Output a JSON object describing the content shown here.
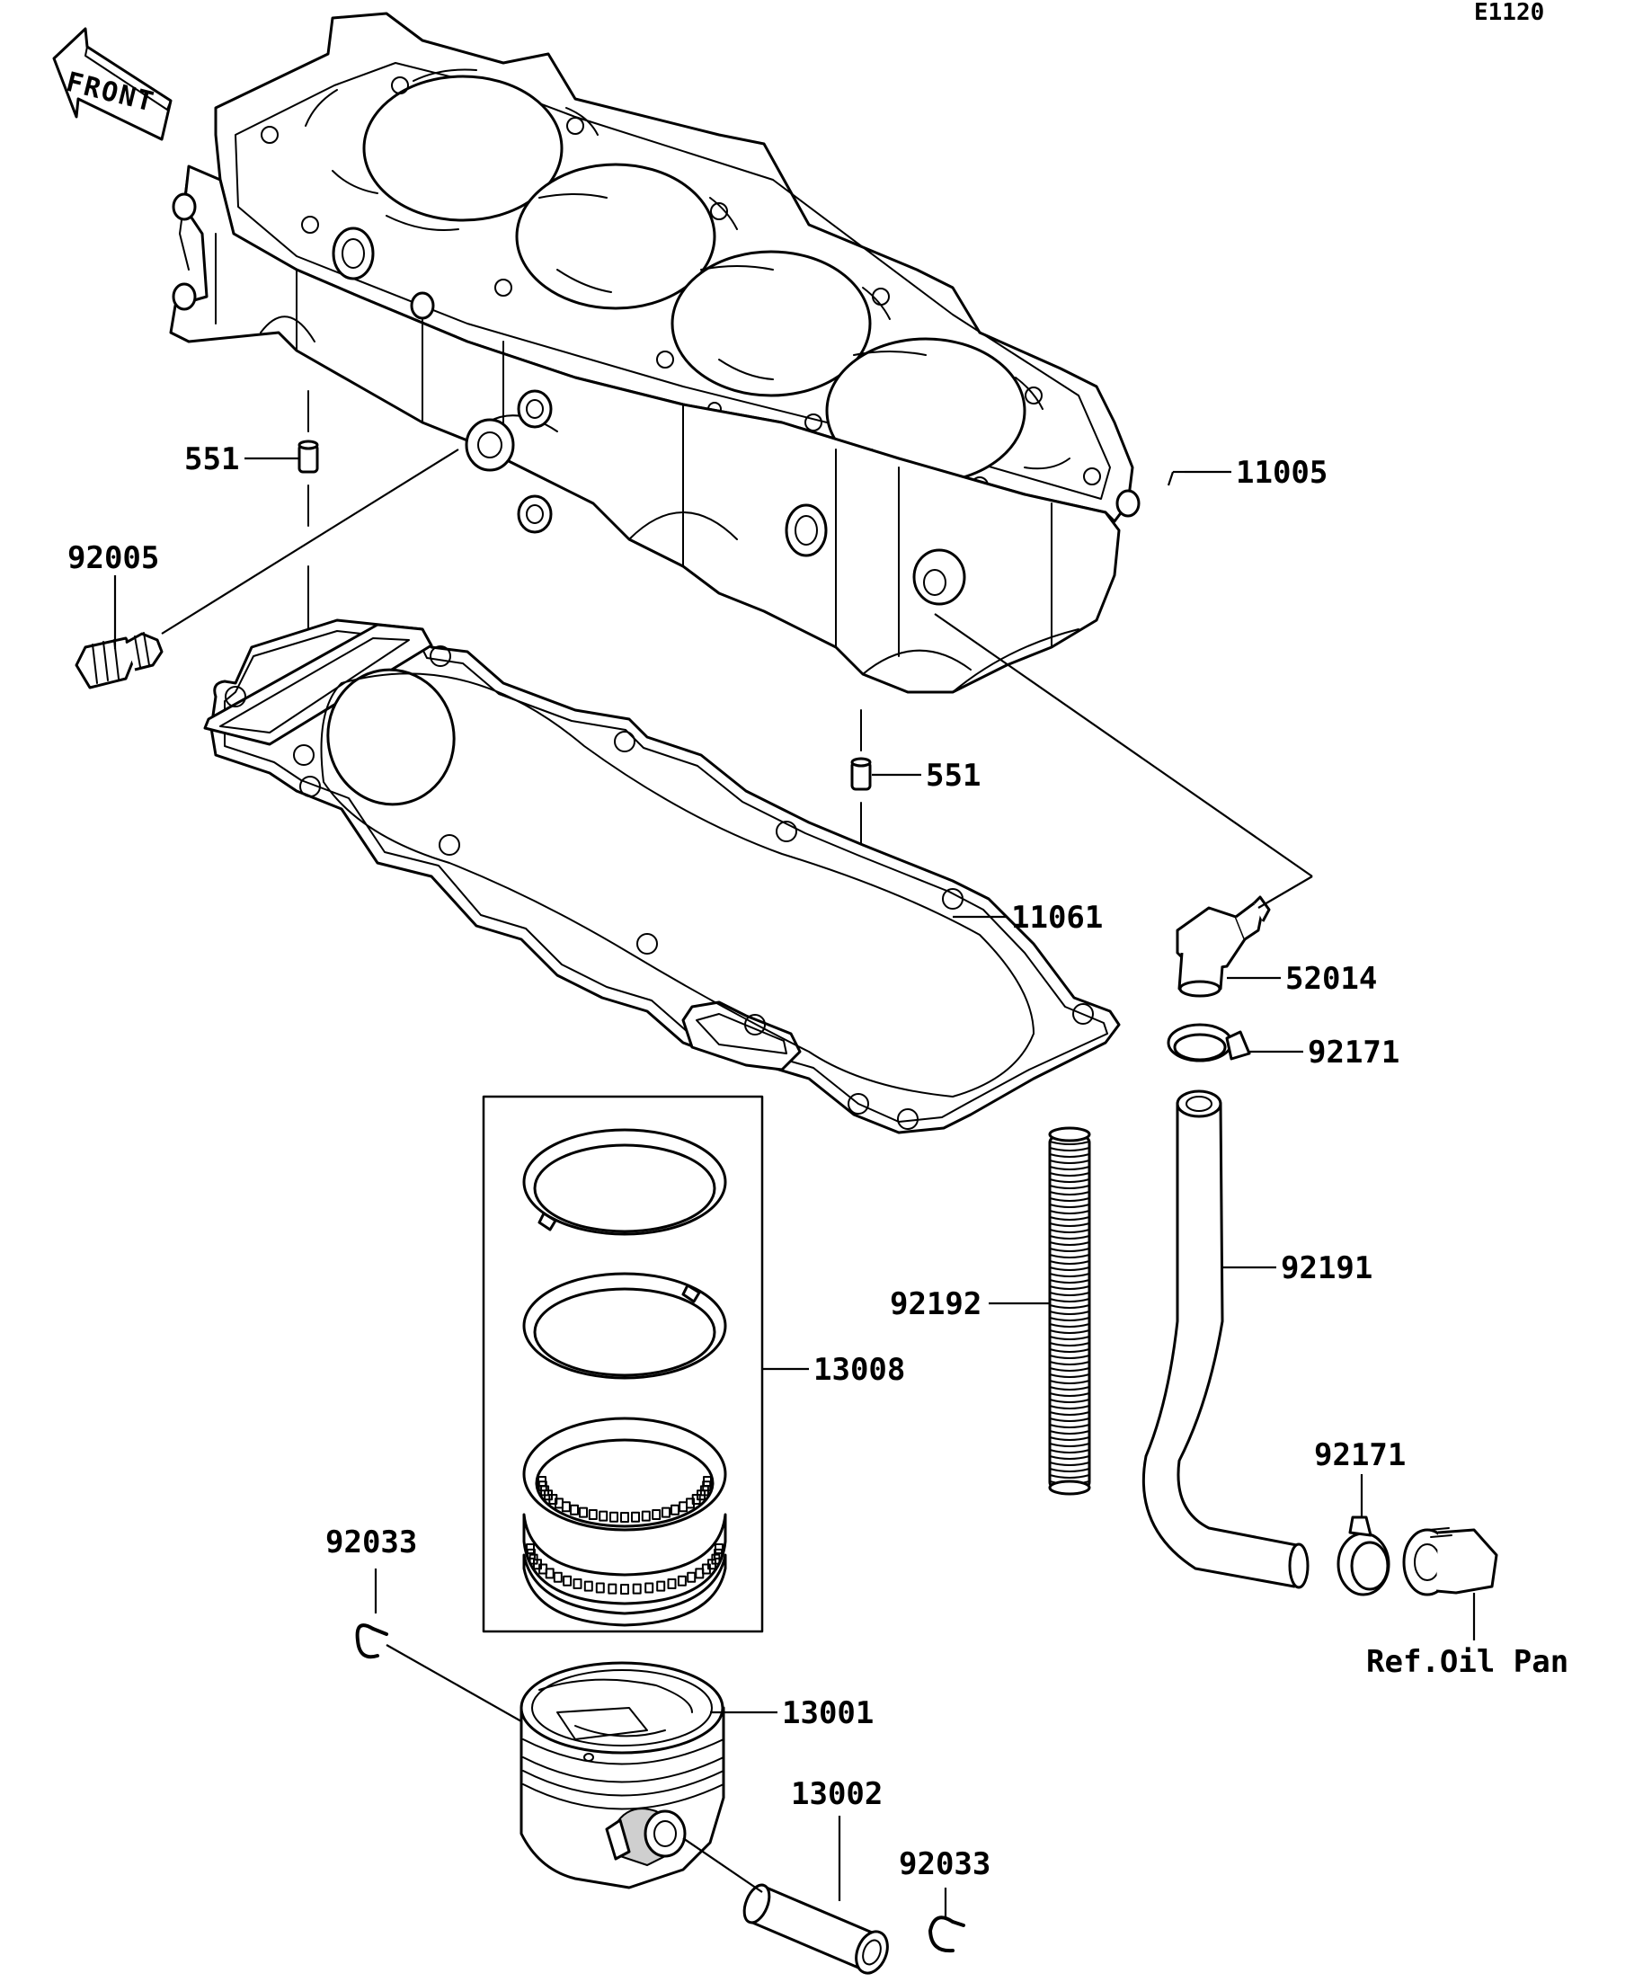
{
  "diagram_code": "E1120",
  "front_arrow": {
    "text": "FRONT"
  },
  "parts": {
    "cylinder": "11005",
    "dowel_pin_upper": "551",
    "dowel_pin_lower": "551",
    "fitting_left": "92005",
    "cylinder_gasket": "11061",
    "elbow_fitting": "52014",
    "clamp_upper": "92171",
    "spring_guard": "92192",
    "oil_hose": "92191",
    "piston_ring_set": "13008",
    "clamp_lower": "92171",
    "circlip_left": "92033",
    "piston": "13001",
    "piston_pin": "13002",
    "circlip_right": "92033"
  },
  "reference_note": "Ref.Oil Pan"
}
